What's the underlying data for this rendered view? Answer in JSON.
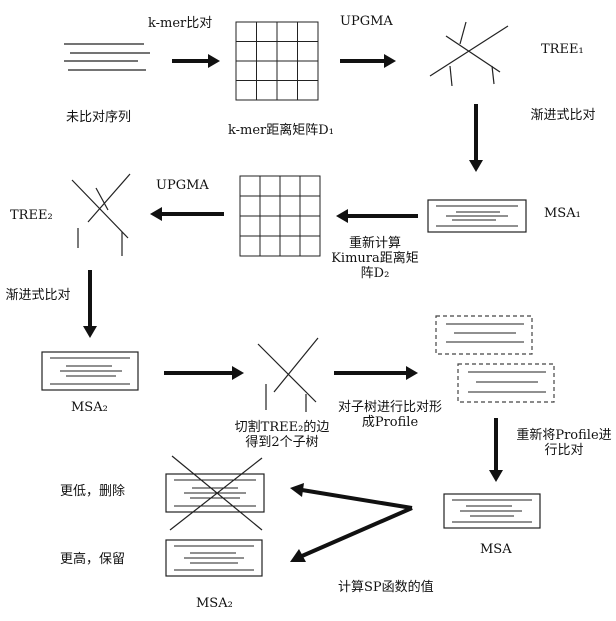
{
  "labels": {
    "kmer_compare": "k-mer比对",
    "upgma_1": "UPGMA",
    "tree1": "TREE₁",
    "unaligned_seqs": "未比对序列",
    "kmer_matrix": "k-mer距离矩阵D₁",
    "progressive_1": "渐进式比对",
    "msa1": "MSA₁",
    "upgma_2": "UPGMA",
    "tree2": "TREE₂",
    "recompute": "重新计算Kimura距离矩阵D₂",
    "progressive_2": "渐进式比对",
    "msa2_top": "MSA₂",
    "cut_tree": "切割TREE₂的边得到2个子树",
    "subtree_profile": "对子树进行比对形成Profile",
    "realign_profile": "重新将Profile进行比对",
    "lower_delete": "更低，删除",
    "higher_keep": "更高，保留",
    "msa_final": "MSA",
    "sp_score": "计算SP函数的值",
    "msa2_bottom": "MSA₂"
  }
}
